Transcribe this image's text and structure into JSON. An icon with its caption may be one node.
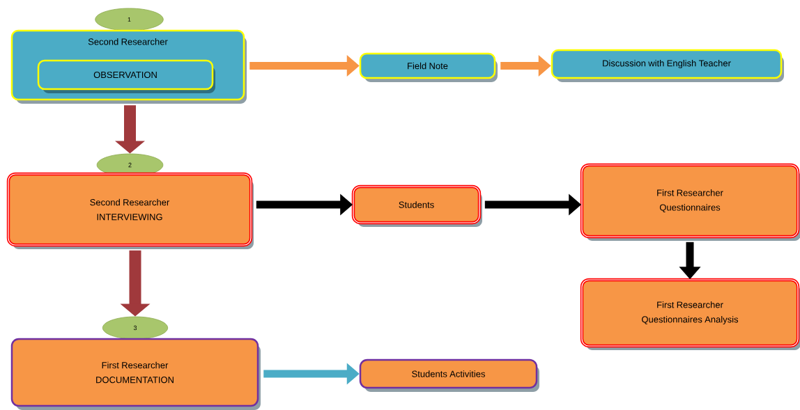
{
  "diagram": {
    "nodes": [
      {
        "text": [
          "1"
        ]
      },
      {
        "text": [
          "Second Researcher"
        ]
      },
      {
        "text": [
          "OBSERVATION"
        ],
        "in": 1
      },
      {
        "text": [
          "Field Note"
        ]
      },
      {
        "text": [
          "Discussion with English Teacher"
        ]
      },
      {
        "text": [
          "2"
        ]
      },
      {
        "text": [
          "Second Researcher",
          "INTERVIEWING"
        ]
      },
      {
        "text": [
          "Students"
        ]
      },
      {
        "text": [
          "First Researcher",
          "Questionnaires"
        ]
      },
      {
        "text": [
          "First Researcher",
          "Questionnaires Analysis"
        ]
      },
      {
        "text": [
          "3"
        ]
      },
      {
        "text": [
          "First Researcher",
          "DOCUMENTATION"
        ]
      },
      {
        "text": [
          "Students Activities"
        ]
      }
    ],
    "edges": [
      {
        "from": 1,
        "to": 3,
        "arrow": "to",
        "color": "#f79646"
      },
      {
        "from": 3,
        "to": 4,
        "arrow": "to",
        "color": "#f79646"
      },
      {
        "from": 1,
        "to": 5,
        "arrow": "to",
        "color": "#a0393c"
      },
      {
        "from": 6,
        "to": 7,
        "arrow": "to"
      },
      {
        "from": 7,
        "to": 8,
        "arrow": "to"
      },
      {
        "from": 8,
        "to": 9,
        "arrow": "to"
      },
      {
        "from": 6,
        "to": 10,
        "arrow": "to",
        "color": "#a0393c"
      },
      {
        "from": 11,
        "to": 12,
        "arrow": "to",
        "color": "#4bacc6"
      }
    ]
  }
}
